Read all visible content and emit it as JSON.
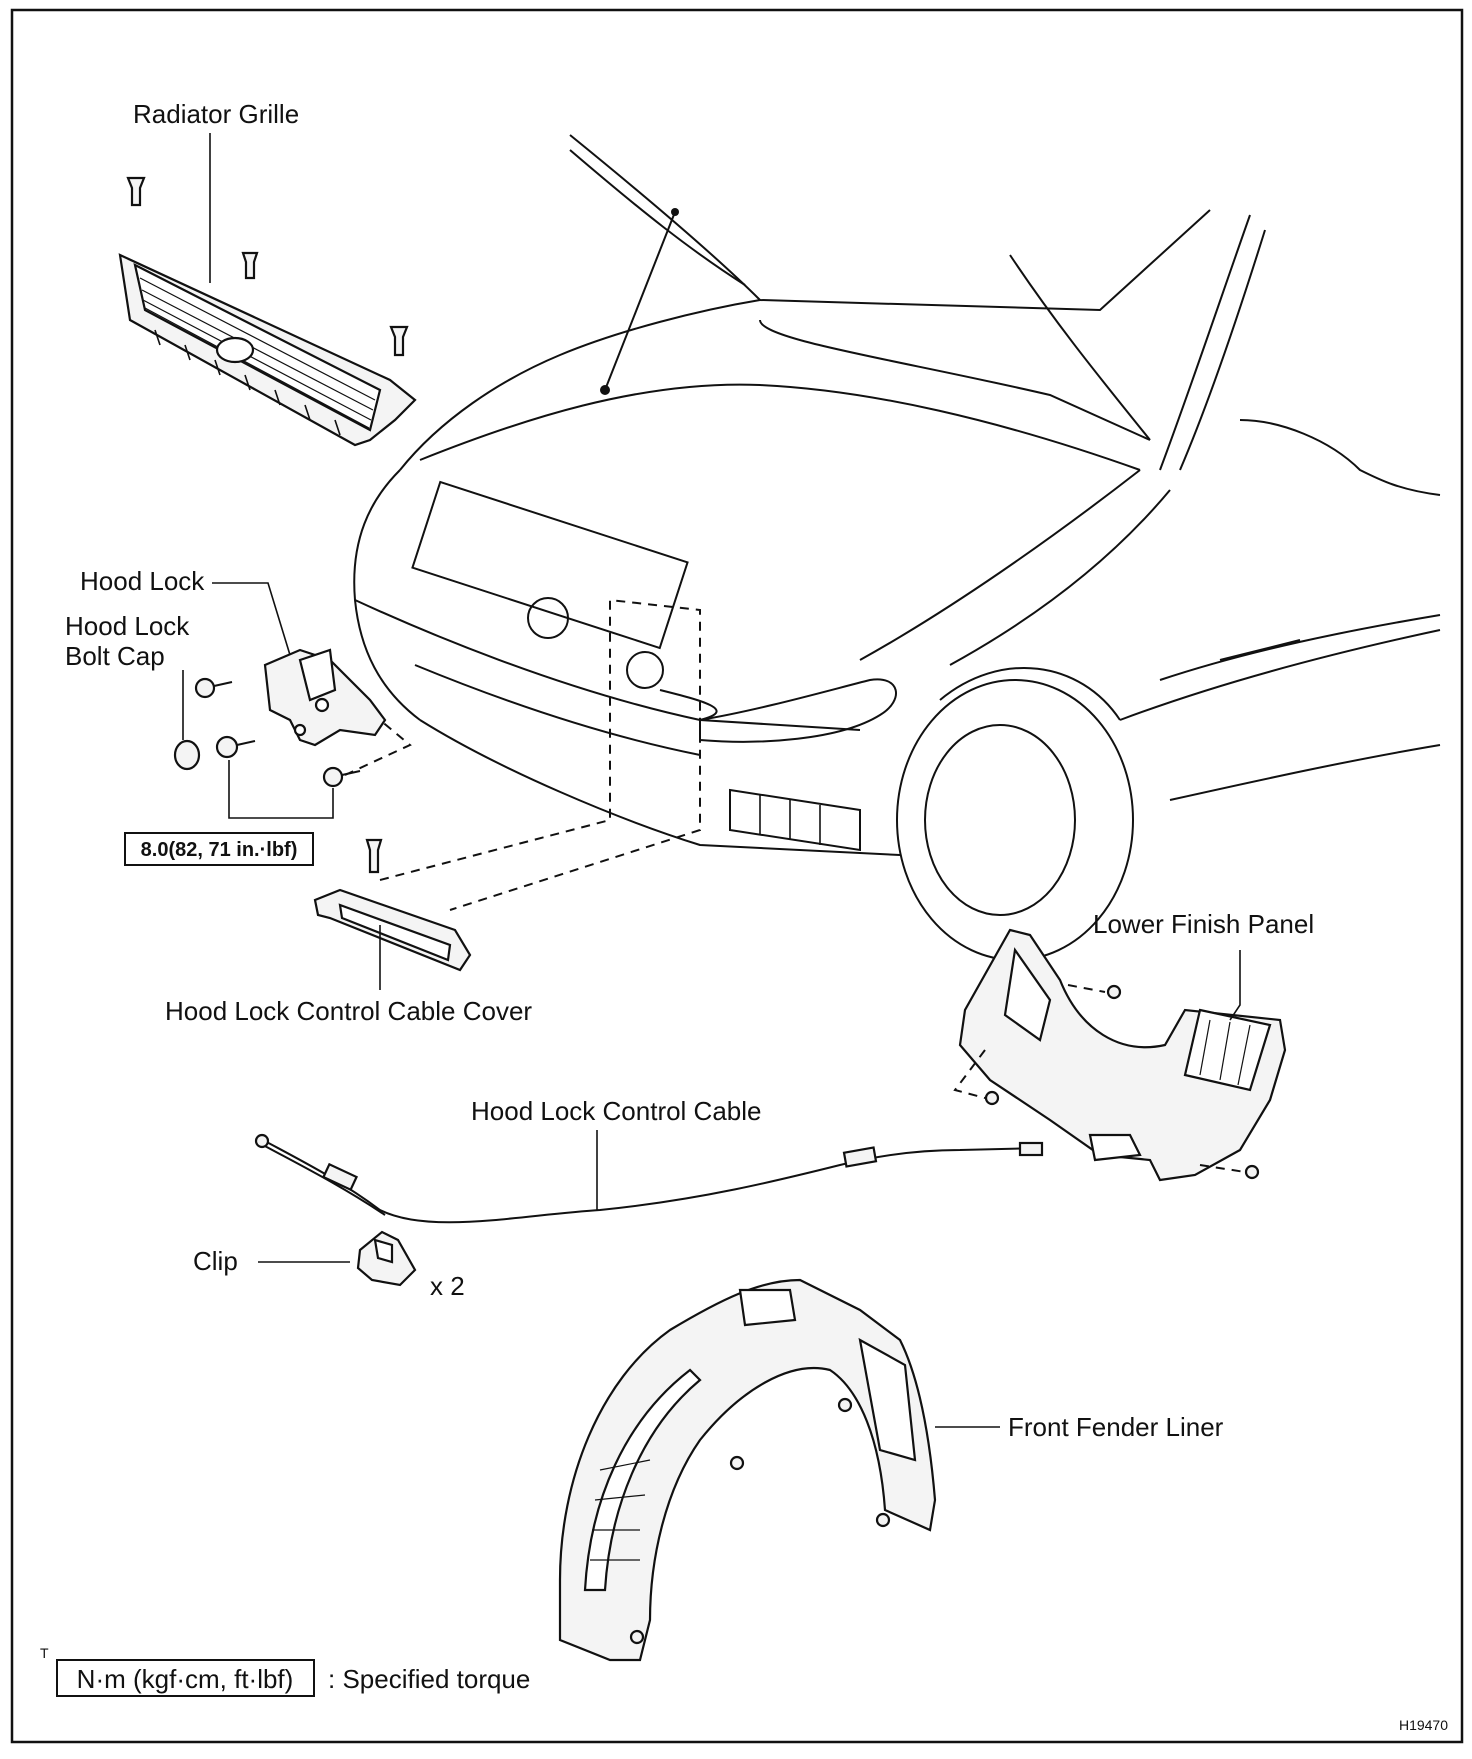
{
  "labels": {
    "radiator_grille": "Radiator Grille",
    "hood_lock": "Hood Lock",
    "hood_lock_bolt_cap_line1": "Hood Lock",
    "hood_lock_bolt_cap_line2": "Bolt Cap",
    "torque_value": "8.0(82, 71 in.·lbf)",
    "hood_lock_control_cable_cover": "Hood Lock Control Cable Cover",
    "lower_finish_panel": "Lower Finish Panel",
    "hood_lock_control_cable": "Hood Lock Control Cable",
    "clip": "Clip",
    "clip_qty": "x 2",
    "front_fender_liner": "Front Fender Liner"
  },
  "legend": {
    "marker": "T",
    "unit_box": "N·m (kgf·cm, ft·lbf)",
    "description": ": Specified torque"
  },
  "figure_id": "H19470"
}
